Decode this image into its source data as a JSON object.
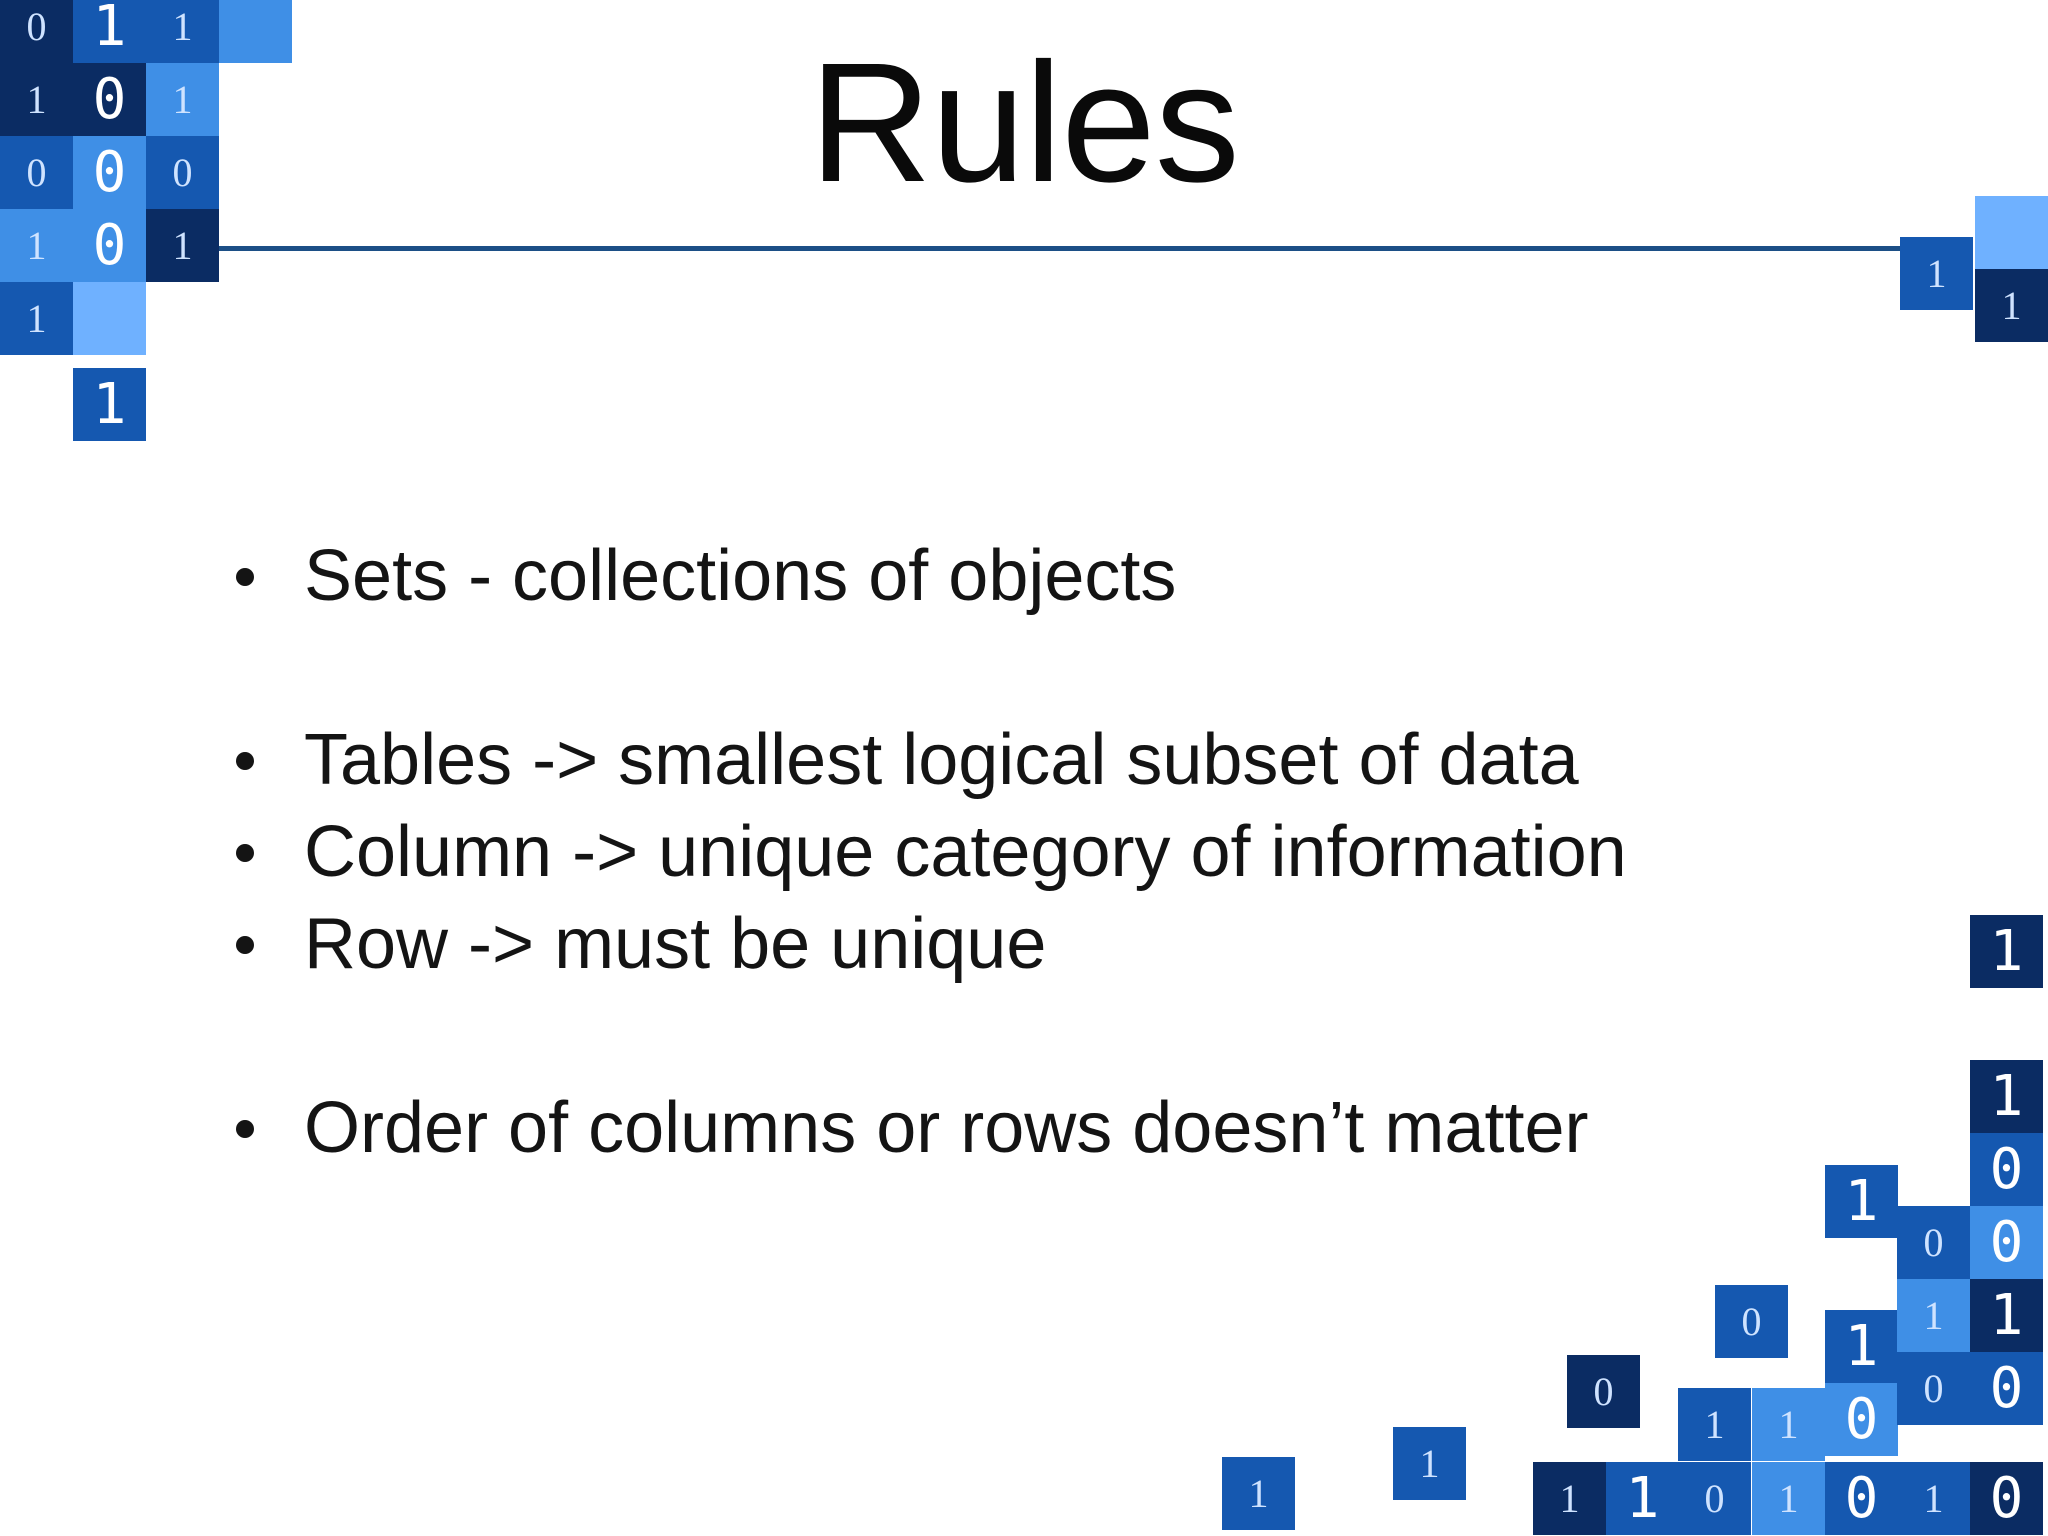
{
  "slide": {
    "title": "Rules",
    "bullets": [
      "Sets - collections of objects",
      "Tables -> smallest logical subset of data",
      "Column -> unique category of information",
      "Row -> must be unique",
      "Order of columns or rows doesn’t matter"
    ]
  },
  "decoration": {
    "icon": "binary-digit-tiles",
    "colors": {
      "rule": "#1c4f86",
      "tile_dark": "#0b2c63",
      "tile_mid": "#1558b0",
      "tile_light": "#3f8fe6",
      "tile_pale": "#6fb1ff"
    }
  }
}
